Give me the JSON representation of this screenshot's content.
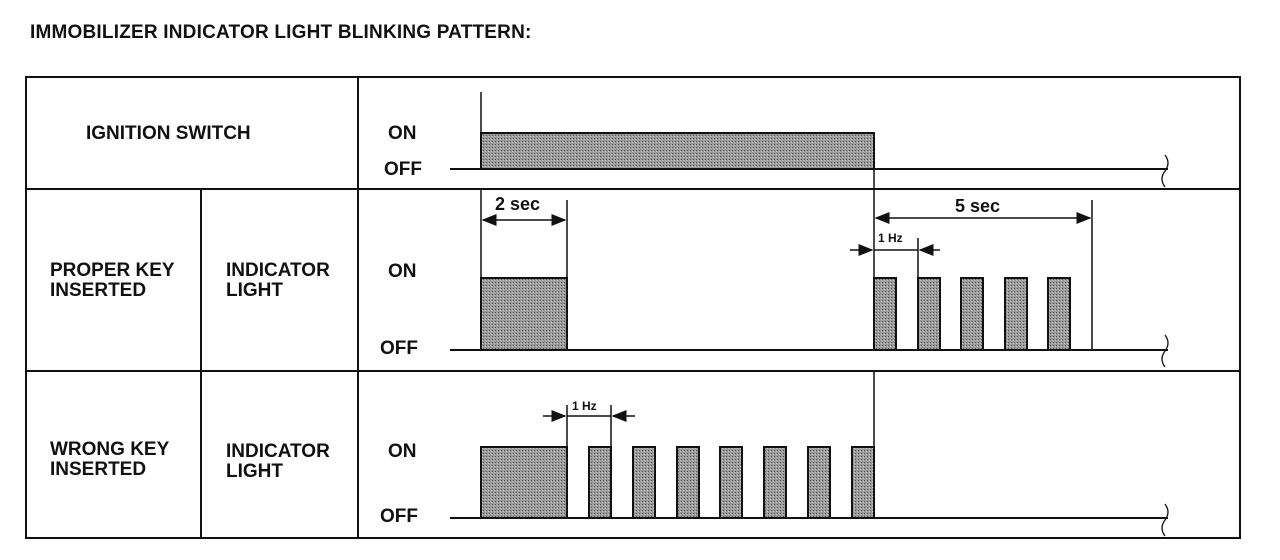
{
  "title": "IMMOBILIZER INDICATOR LIGHT BLINKING PATTERN:",
  "rows": {
    "ignition": {
      "label": "IGNITION SWITCH",
      "on": "ON",
      "off": "OFF"
    },
    "proper": {
      "label_line1": "PROPER KEY",
      "label_line2": "INSERTED",
      "sub_line1": "INDICATOR",
      "sub_line2": "LIGHT",
      "on": "ON",
      "off": "OFF"
    },
    "wrong": {
      "label_line1": "WRONG KEY",
      "label_line2": "INSERTED",
      "sub_line1": "INDICATOR",
      "sub_line2": "LIGHT",
      "on": "ON",
      "off": "OFF"
    }
  },
  "measures": {
    "two_sec": "2 sec",
    "five_sec": "5 sec",
    "proper_hz": "1 Hz",
    "wrong_hz": "1 Hz"
  },
  "colors": {
    "pulse_fill": "#8c8c8c",
    "line": "#111111"
  }
}
